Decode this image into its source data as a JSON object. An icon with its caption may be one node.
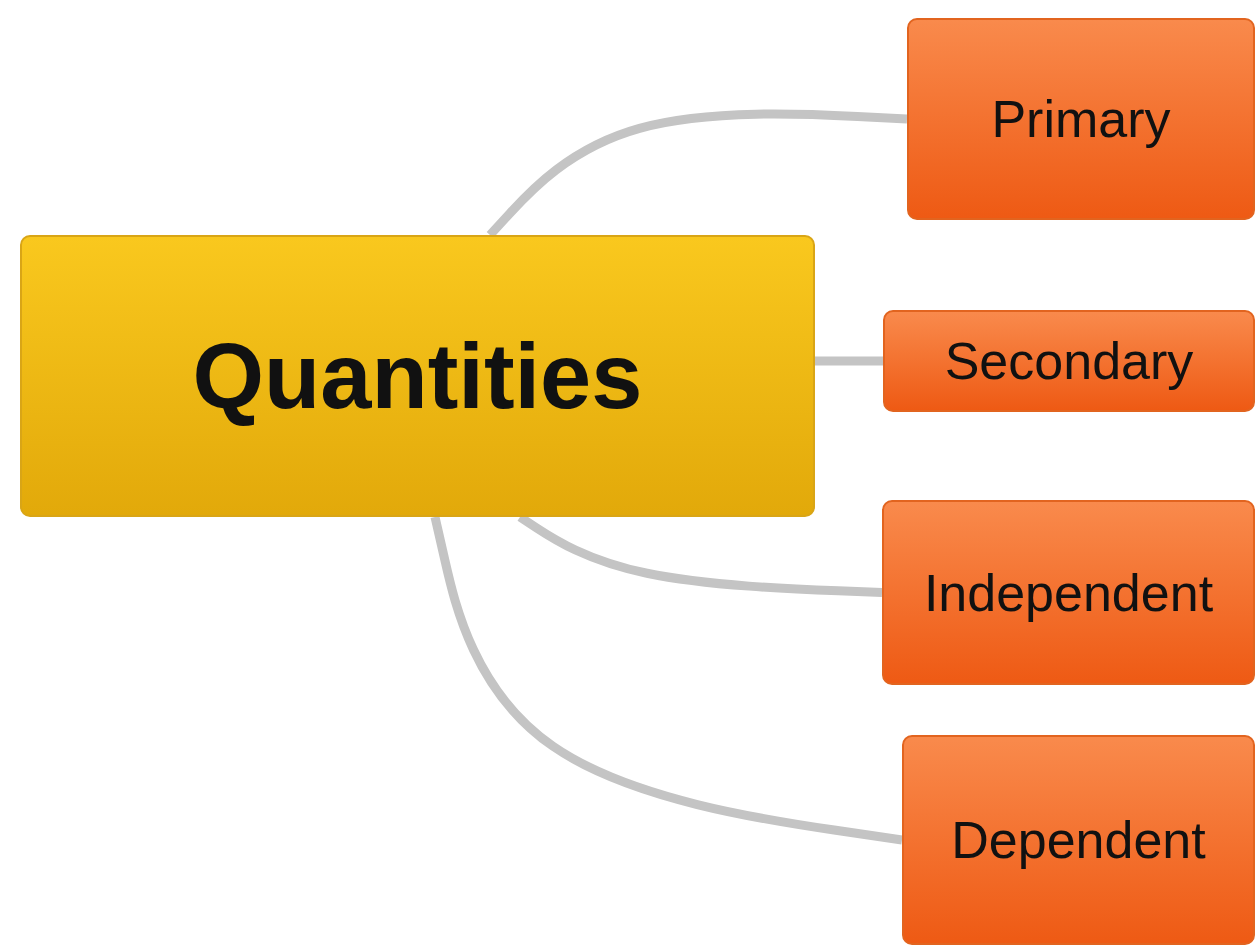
{
  "diagram": {
    "nodes": [
      {
        "text": [
          "Quantities"
        ]
      },
      {
        "text": [
          "Primary"
        ]
      },
      {
        "text": [
          "Secondary"
        ]
      },
      {
        "text": [
          "Independent"
        ]
      },
      {
        "text": [
          "Dependent"
        ]
      }
    ],
    "edges": [
      {
        "from": 0,
        "to": 1,
        "arrow": "none"
      },
      {
        "from": 0,
        "to": 2,
        "arrow": "none"
      },
      {
        "from": 0,
        "to": 3,
        "arrow": "none"
      },
      {
        "from": 0,
        "to": 4,
        "arrow": "none"
      }
    ]
  }
}
